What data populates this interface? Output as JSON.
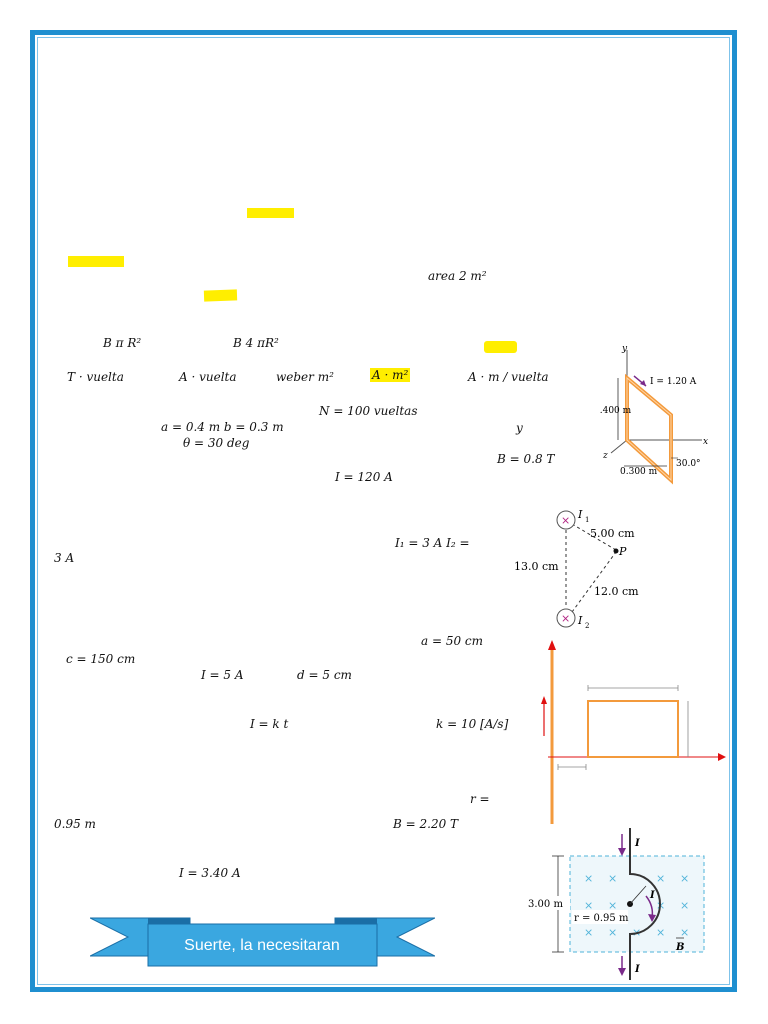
{
  "expressions": {
    "area": "area 2 m²",
    "b_pi_r2": "B π R²",
    "b_4pi_r2": "B 4 πR²",
    "unit_1": "T · vuelta",
    "unit_2": "A · vuelta",
    "unit_3": "weber m²",
    "unit_4": "A · m²",
    "unit_5": "A · m / vuelta",
    "n_vueltas": "N = 100 vueltas",
    "a_b": "a = 0.4 m   b = 0.3 m",
    "theta": "θ = 30 deg",
    "y_var": "y",
    "b_08": "B = 0.8 T",
    "i_120": "I = 120 A",
    "i1_i2": "I₁ = 3 A   I₂ =",
    "three_a": "3 A",
    "a_50": "a = 50 cm",
    "c_150": "c = 150 cm",
    "i_5": "I = 5 A",
    "d_5": "d = 5 cm",
    "i_kt": "I = k t",
    "k_10": "k = 10 [A/s]",
    "r_eq": "r =",
    "r_095": "0.95 m",
    "b_220": "B = 2.20 T",
    "i_340": "I = 3.40 A"
  },
  "figure1": {
    "current": "I = 1.20 A",
    "side_a": "0.400 m",
    "side_b": "0.300 m",
    "angle": "30.0°",
    "axis_x": "x",
    "axis_y": "y",
    "axis_z": "z"
  },
  "figure2": {
    "i1": "I",
    "i1_sub": "1",
    "i2": "I",
    "i2_sub": "2",
    "d1": "5.00 cm",
    "d2": "13.0 cm",
    "d3": "12.0 cm",
    "point": "P"
  },
  "figure4": {
    "height": "3.00 m",
    "radius": "r = 0.95 m",
    "current_top": "I",
    "current_mid": "I",
    "current_bot": "I",
    "field": "B"
  },
  "banner": {
    "text": "Suerte, la necesitaran"
  },
  "colors": {
    "border": "#1f8fd0",
    "highlight": "#ffee00",
    "loop": "#f39a3c",
    "arrow": "#7a2a8a",
    "banner": "#3aa7e0"
  }
}
